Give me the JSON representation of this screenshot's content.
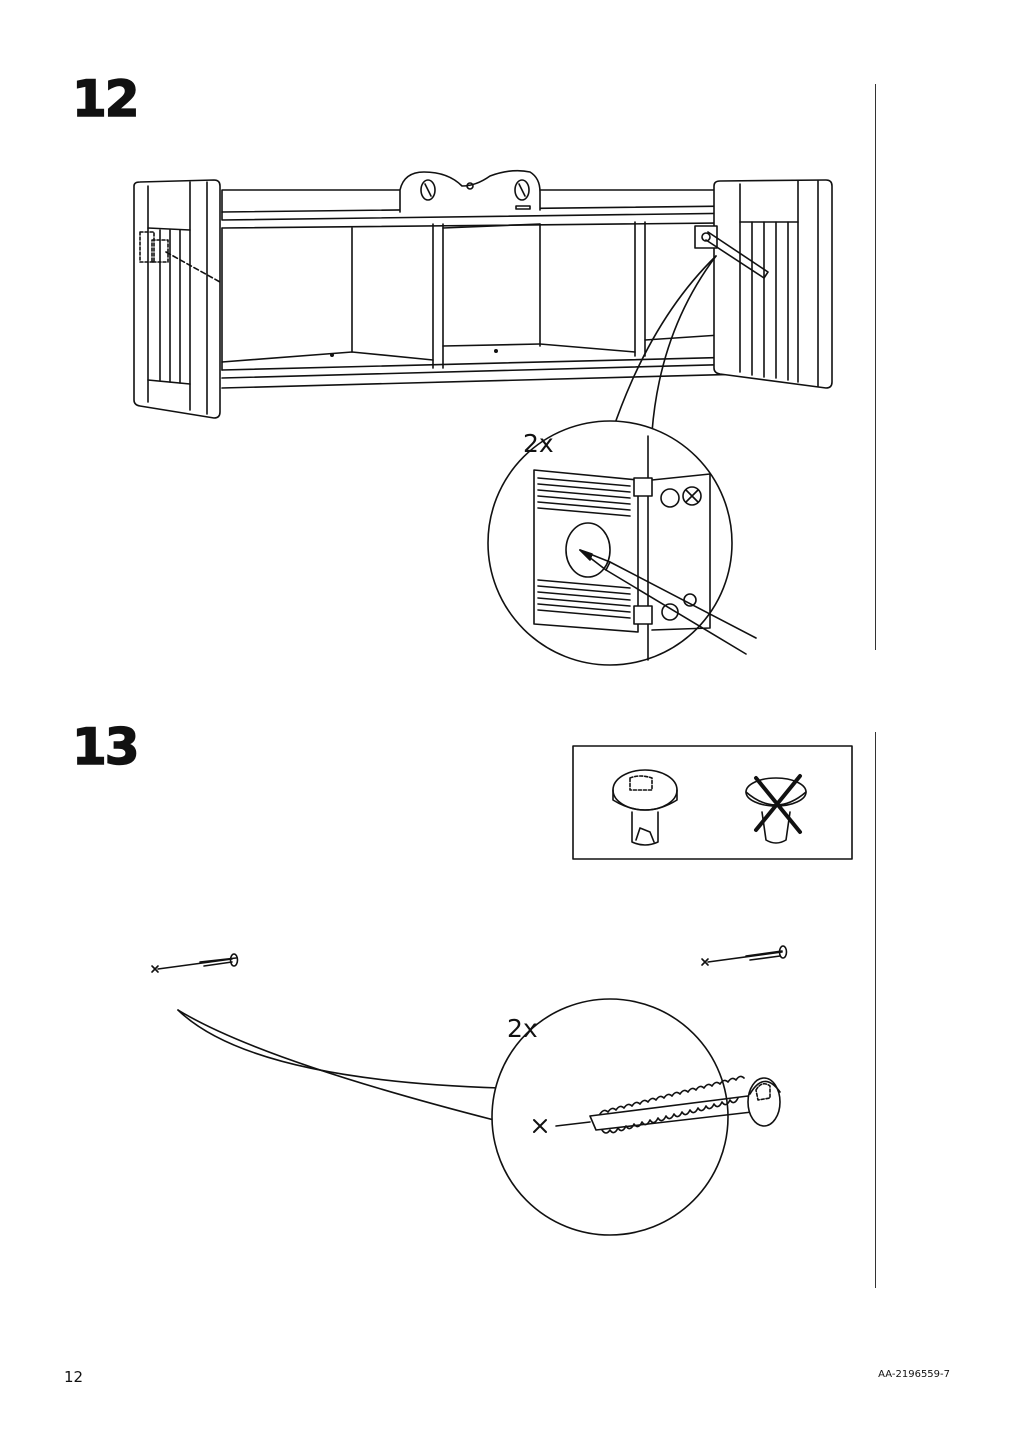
{
  "steps": [
    {
      "number": "12",
      "quantity": "2x"
    },
    {
      "number": "13",
      "quantity": "2x"
    }
  ],
  "footer": {
    "page_number": "12",
    "doc_code": "AA-2196559-7"
  },
  "icons": {
    "step12_detail": "pencil-marking-hole-icon",
    "step13_correct": "screw-head-correct-icon",
    "step13_wrong": "screw-head-wrong-icon",
    "step13_detail": "screw-icon"
  }
}
